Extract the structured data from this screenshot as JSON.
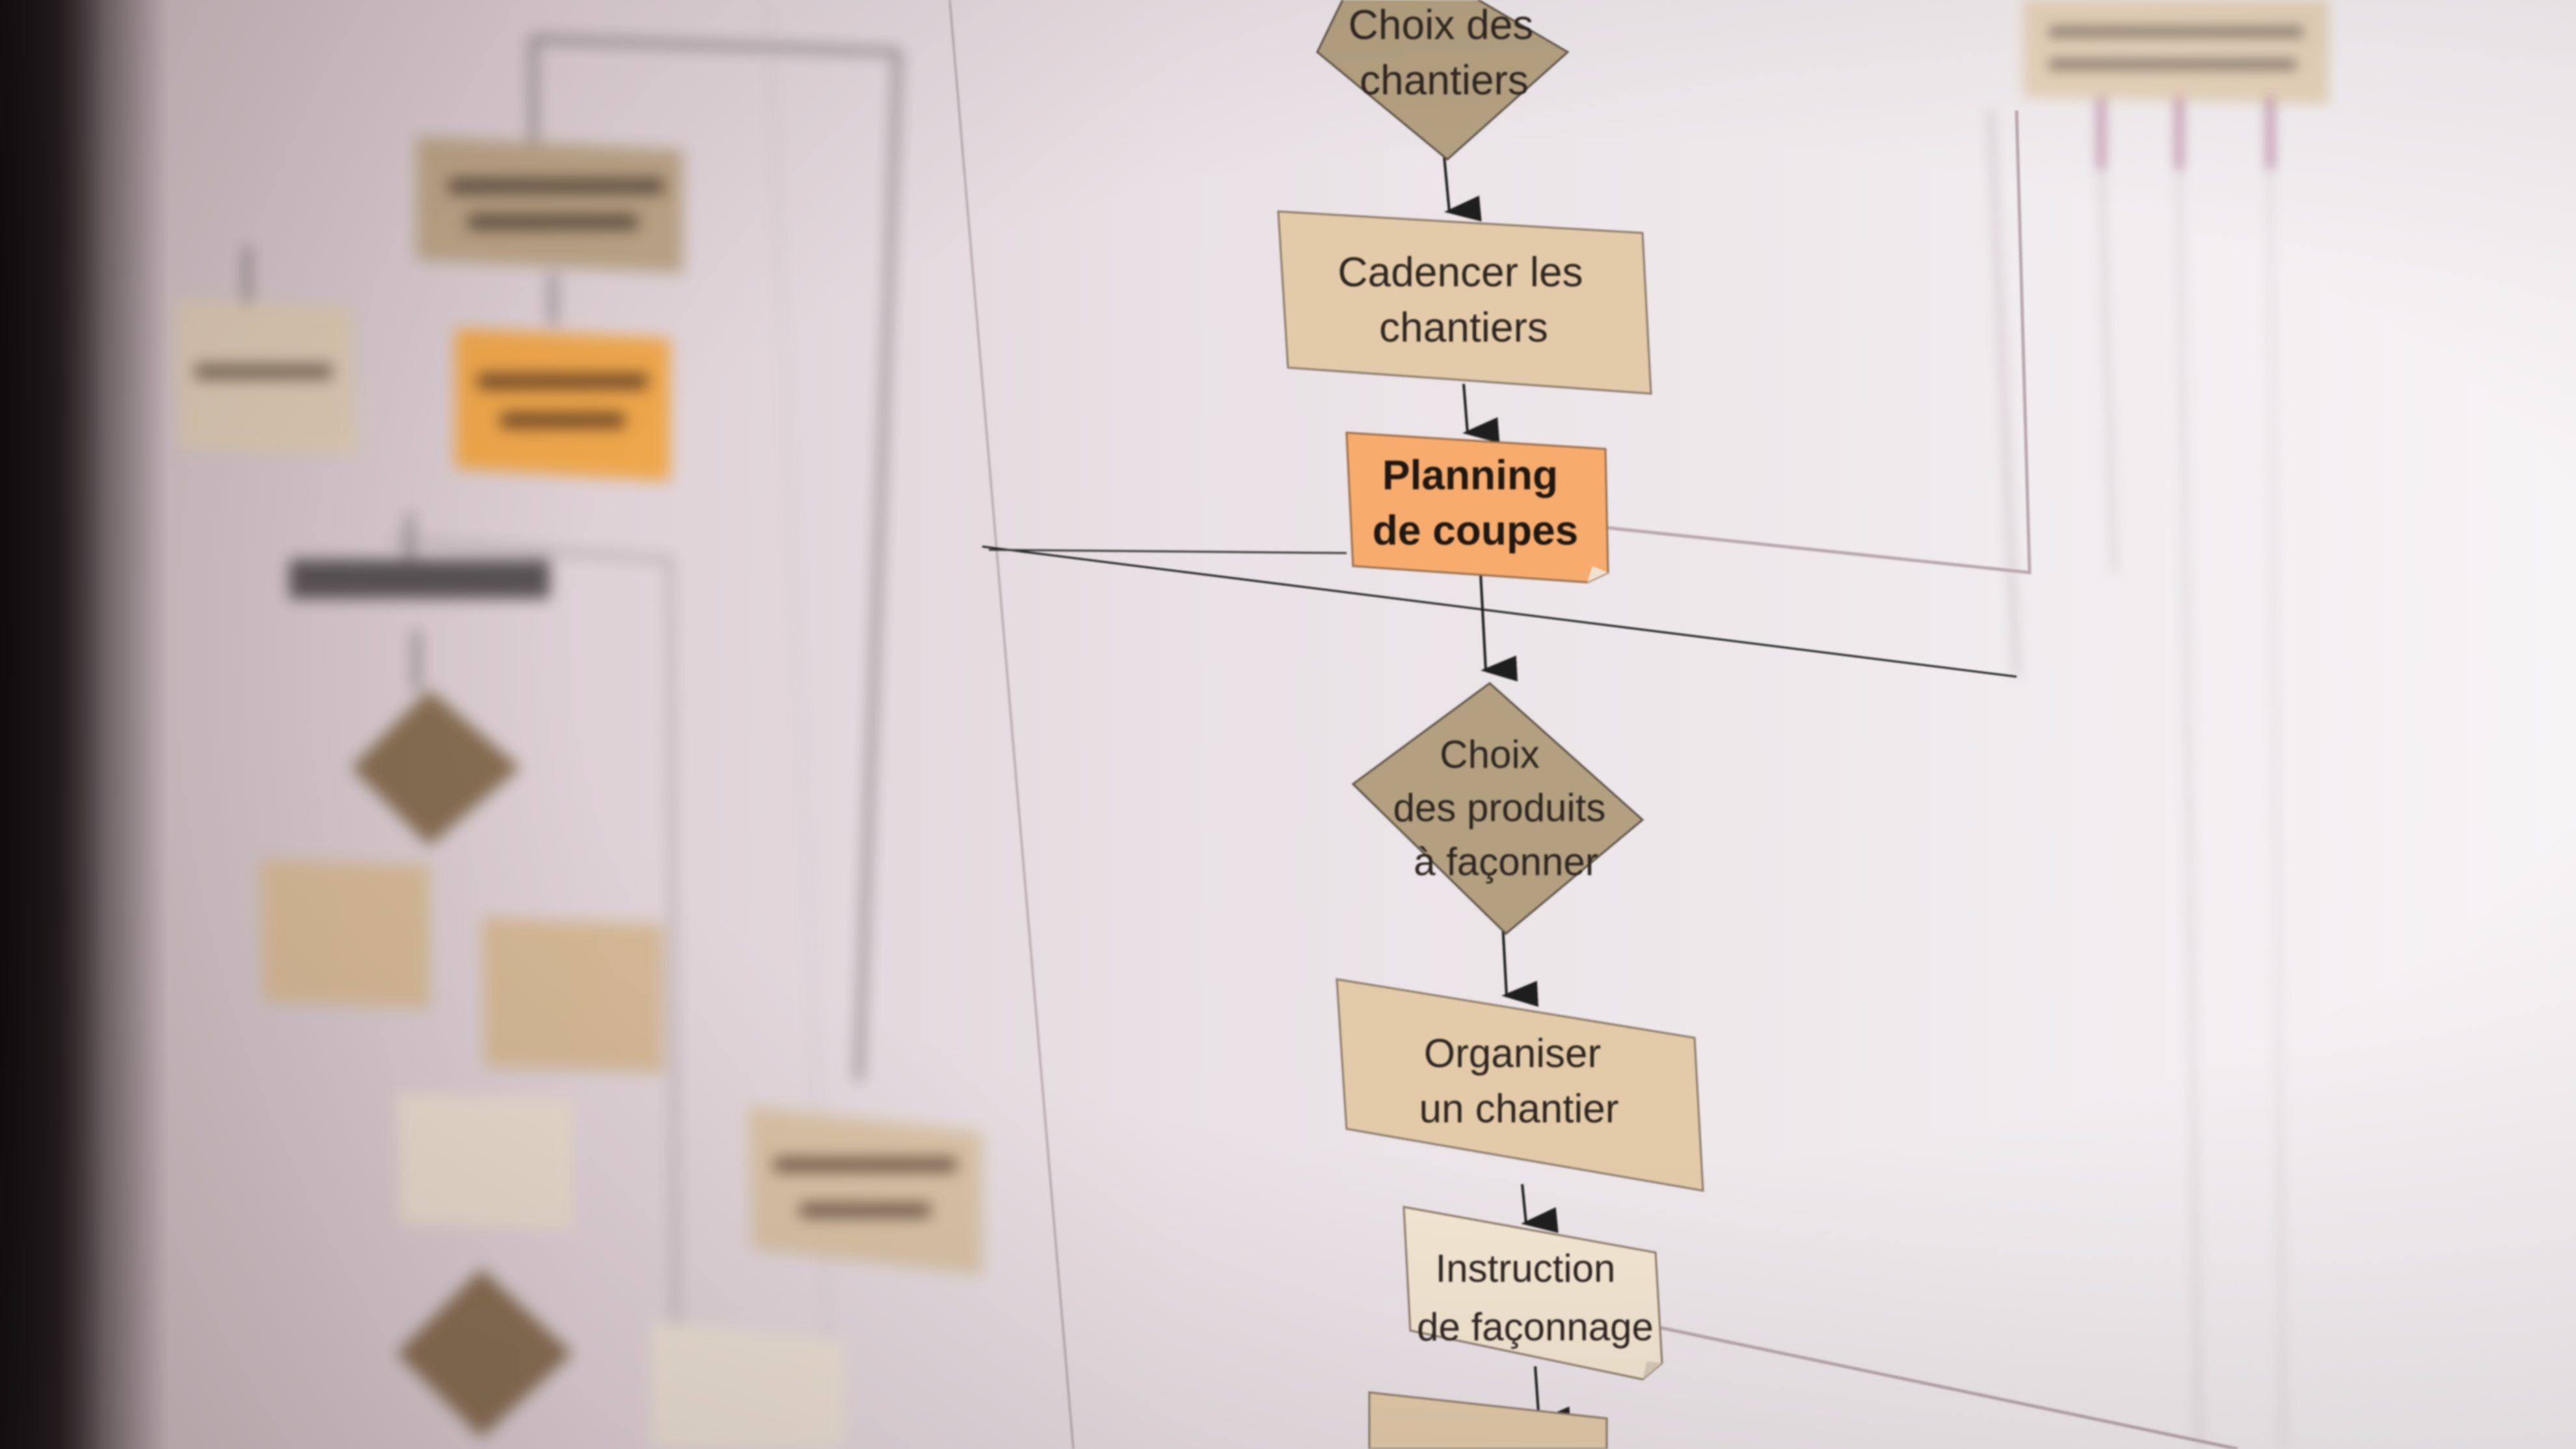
{
  "flowchart": {
    "nodes": [
      {
        "id": "choix-chantiers",
        "shape": "diamond",
        "lines": [
          "Choix des",
          "chantiers"
        ]
      },
      {
        "id": "cadencer",
        "shape": "rect",
        "lines": [
          "Cadencer les",
          "chantiers"
        ]
      },
      {
        "id": "planning",
        "shape": "document",
        "emphasis": "bold",
        "lines": [
          "Planning",
          "de coupes"
        ]
      },
      {
        "id": "choix-produits",
        "shape": "diamond",
        "lines": [
          "Choix",
          "des produits",
          "à façonner"
        ]
      },
      {
        "id": "organiser",
        "shape": "rect",
        "lines": [
          "Organiser",
          "un chantier"
        ]
      },
      {
        "id": "instruction",
        "shape": "document",
        "lines": [
          "Instruction",
          "de façonnage"
        ]
      }
    ]
  },
  "colors": {
    "decision_fill": "#b2a080",
    "process_fill": "#e3cba9",
    "output_fill": "#f7ac6d",
    "document_fill": "#f3e7d3",
    "connector": "#2a2a2a",
    "background": "#e9e1e5"
  }
}
